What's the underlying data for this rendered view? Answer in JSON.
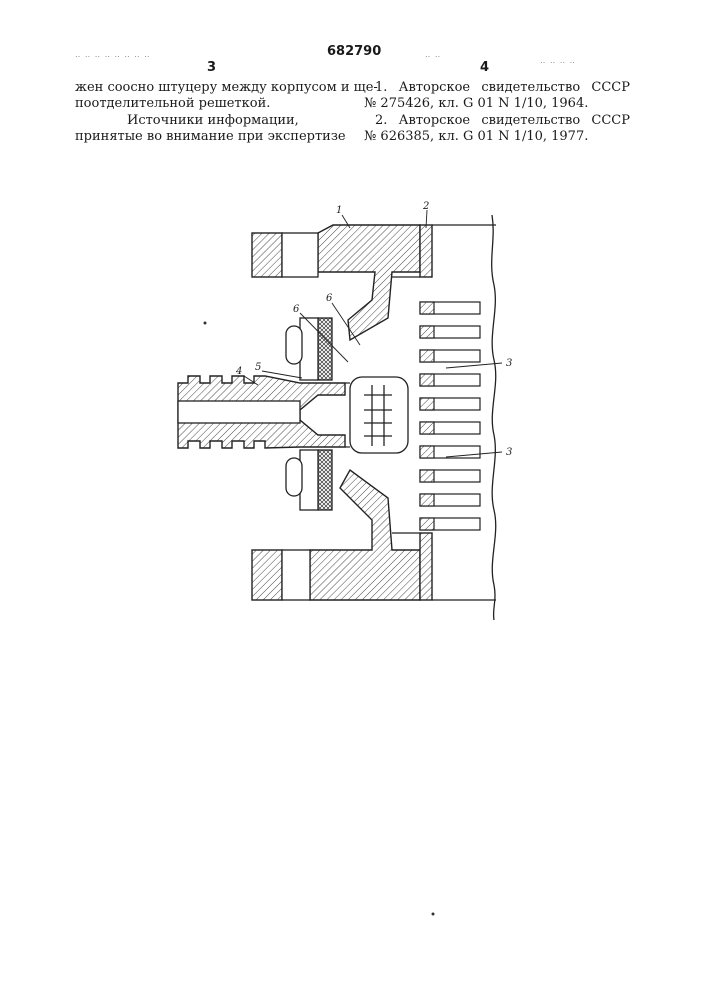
{
  "header": {
    "patent_number": "682790",
    "page_left": "3",
    "page_right": "4"
  },
  "left_column": {
    "line1": "жен соосно штуцеру между корпусом и ще-",
    "line2": "поотделительной решеткой.",
    "sources_title": "Источники информации,",
    "sources_sub": "принятые во внимание при экспертизе"
  },
  "right_column": {
    "ref1": {
      "num": "1.",
      "word1": "Авторское",
      "word2": "свидетельство",
      "word3": "СССР",
      "line2": "№ 275426, кл. G 01 N 1/10, 1964."
    },
    "ref2": {
      "num": "2.",
      "word1": "Авторское",
      "word2": "свидетельство",
      "word3": "СССР",
      "line2": "№ 626385, кл. G 01 N 1/10, 1977."
    }
  },
  "figure": {
    "labels": {
      "l1": "1",
      "l2": "2",
      "l3a": "3",
      "l3b": "3",
      "l4": "4",
      "l5": "5",
      "l6a": "6",
      "l6b": "6"
    }
  }
}
